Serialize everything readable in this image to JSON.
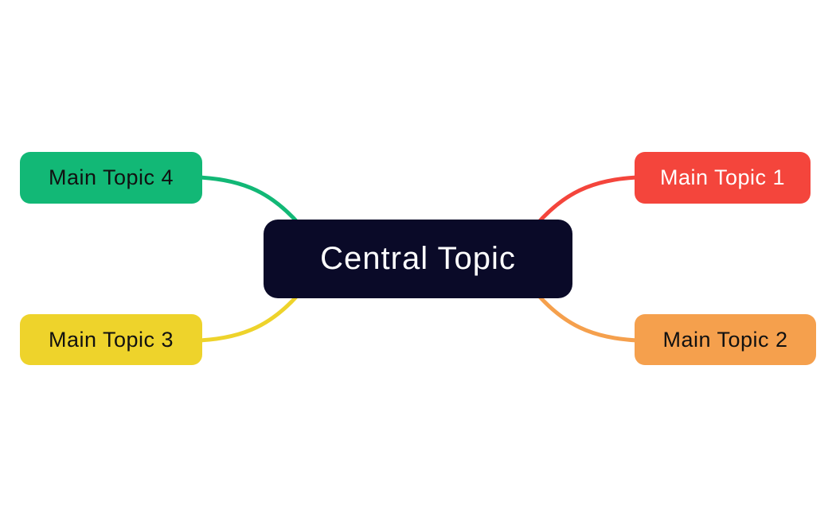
{
  "canvas": {
    "background": "#ffffff"
  },
  "nodes": {
    "central": {
      "label": "Central Topic",
      "bg": "#0a0a28",
      "text_color": "#ffffff"
    },
    "main1": {
      "label": "Main Topic 1",
      "bg": "#f4453c",
      "text_color": "#ffffff",
      "connector_color": "#f4453c"
    },
    "main2": {
      "label": "Main Topic 2",
      "bg": "#f5a04d",
      "text_color": "#111111",
      "connector_color": "#f5a04d"
    },
    "main3": {
      "label": "Main Topic 3",
      "bg": "#eed32b",
      "text_color": "#111111",
      "connector_color": "#eed32b"
    },
    "main4": {
      "label": "Main Topic 4",
      "bg": "#12b876",
      "text_color": "#111111",
      "connector_color": "#12b876"
    }
  }
}
